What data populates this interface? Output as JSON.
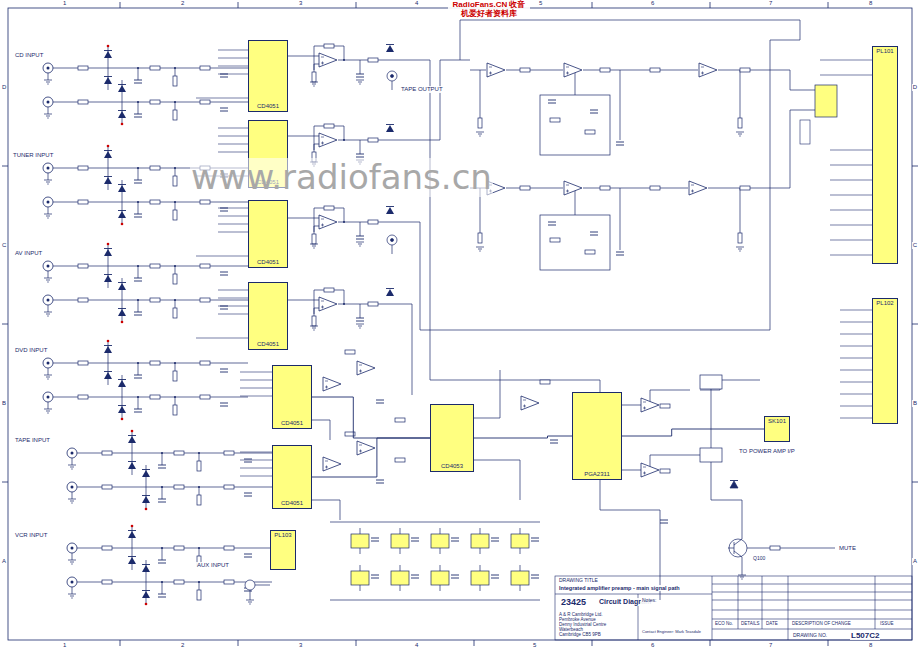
{
  "diagram": {
    "title": "Integrated amplifier preamp - main signal path",
    "nodes": [
      {
        "text": [
          "CD4051"
        ]
      },
      {
        "text": [
          "CD4051"
        ]
      },
      {
        "text": [
          "CD4051"
        ]
      },
      {
        "text": [
          "CD4051"
        ]
      },
      {
        "text": [
          "CD4051"
        ]
      },
      {
        "text": [
          "CD4051"
        ]
      },
      {
        "text": [
          "CD4053"
        ]
      },
      {
        "text": [
          "PGA2311"
        ]
      },
      {
        "text": [
          "PL101"
        ]
      },
      {
        "text": [
          "PL102"
        ]
      },
      {
        "text": [
          "SK101"
        ]
      },
      {
        "text": [
          "PL103"
        ]
      }
    ],
    "edges": [
      {
        "from": 4,
        "to": 6,
        "arrow": "none"
      },
      {
        "from": 5,
        "to": 6,
        "arrow": "none"
      },
      {
        "from": 6,
        "to": 7,
        "arrow": "none"
      },
      {
        "from": 7,
        "to": 10,
        "arrow": "none"
      }
    ],
    "labels": [
      "RadioFans.CN 收音机爱好者资料库",
      "www.radiofans.cn",
      "1",
      "2",
      "3",
      "4",
      "5",
      "6",
      "7",
      "8",
      "1",
      "2",
      "3",
      "4",
      "5",
      "6",
      "7",
      "8",
      "D",
      "C",
      "B",
      "A",
      "D",
      "C",
      "B",
      "A",
      "CD INPUT",
      "TUNER INPUT",
      "AV INPUT",
      "DVD INPUT",
      "TAPE INPUT",
      "VCR INPUT",
      "AUX INPUT",
      "TAPE OUTPUT",
      "TO POWER AMP I/P",
      "MUTE",
      "Q100",
      "DRAWING TITLE",
      "Integrated amplifier preamp - main signal path",
      "23425",
      "Circuit Diagram",
      "A & R Cambridge Ltd.",
      "Pembroke Avenue",
      "Denny Industrial Centre",
      "Waterbeach",
      "Cambridge CB5 9PB",
      "Notes:",
      "Contact Engineer: Mark Teasdale",
      "ECO No.",
      "DETAILS",
      "DATE",
      "DESCRIPTION OF CHANGE",
      "ISSUE",
      "DRAWING NO.",
      "L507C2"
    ]
  }
}
